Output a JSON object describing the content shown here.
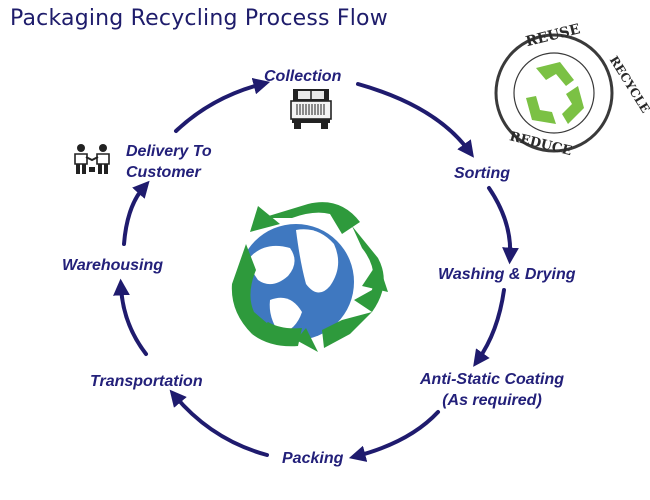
{
  "title": "Packaging Recycling Process Flow",
  "colors": {
    "arrow": "#1f1b6e",
    "text": "#23207a",
    "recycle_green": "#2e9a3c",
    "globe_blue": "#2f6eb5"
  },
  "badge": {
    "top": "REUSE",
    "right": "RECYCLE",
    "bottom": "REDUCE"
  },
  "stages": {
    "collection": "Collection",
    "sorting": "Sorting",
    "washing": "Washing & Drying",
    "coating_line1": "Anti-Static Coating",
    "coating_line2": "(As required)",
    "packing": "Packing",
    "transportation": "Transportation",
    "warehousing": "Warehousing",
    "delivery_line1": "Delivery To",
    "delivery_line2": "Customer"
  },
  "icons": [
    "truck-icon",
    "handshake-icon",
    "recycle-globe-icon",
    "reuse-recycle-reduce-badge-icon"
  ]
}
